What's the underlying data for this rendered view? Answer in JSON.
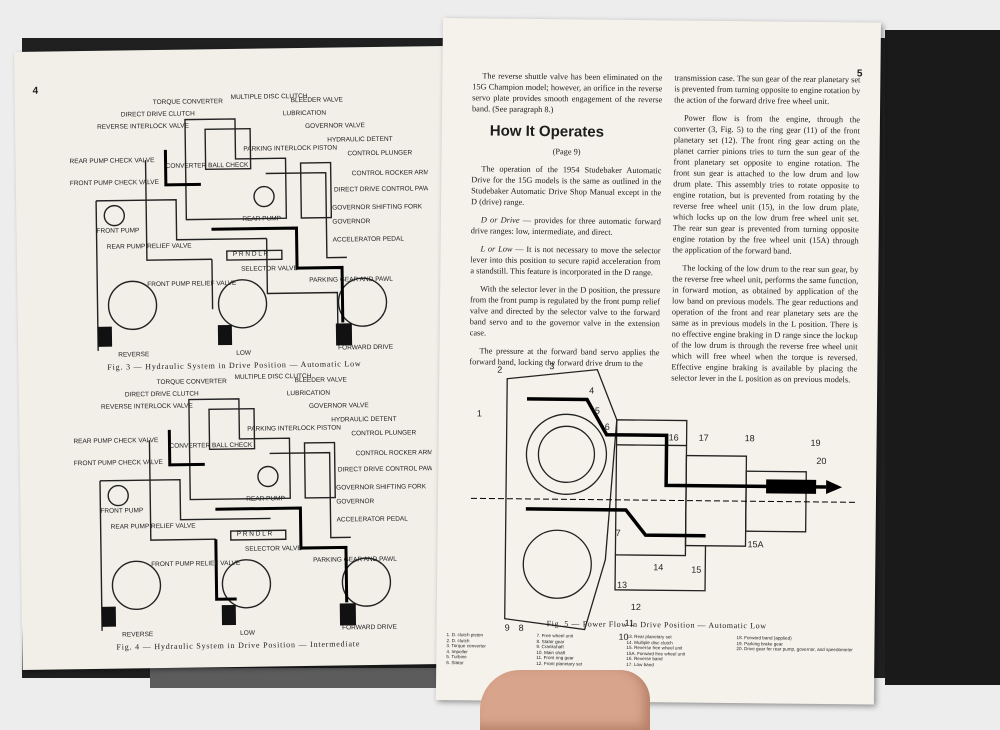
{
  "left_page": {
    "page_number": "4",
    "fig3_labels": {
      "torque_converter": "TORQUE CONVERTER",
      "multiple_disc_clutch": "MULTIPLE DISC CLUTCH",
      "bleeder_valve": "BLEEDER VALVE",
      "direct_drive_clutch": "DIRECT DRIVE CLUTCH",
      "lubrication": "LUBRICATION",
      "reverse_interlock_valve": "REVERSE INTERLOCK VALVE",
      "governor_valve": "GOVERNOR VALVE",
      "hydraulic_detent": "HYDRAULIC DETENT",
      "control_plunger": "CONTROL PLUNGER",
      "control_rocker_arm": "CONTROL ROCKER ARM",
      "rear_pump_check_valve": "REAR PUMP CHECK VALVE",
      "front_pump_check_valve": "FRONT PUMP CHECK VALVE",
      "converter_ball_check": "CONVERTER BALL CHECK",
      "parking_interlock_piston": "PARKING INTERLOCK PISTON",
      "direct_drive_control_pawl": "DIRECT DRIVE CONTROL PAWL",
      "governor_shifting_fork": "GOVERNOR SHIFTING FORK",
      "governor": "GOVERNOR",
      "front_pump": "FRONT PUMP",
      "rear_pump": "REAR PUMP",
      "rear_pump_relief_valve": "REAR PUMP RELIEF VALVE",
      "front_pump_relief_valve": "FRONT PUMP RELIEF VALVE",
      "accelerator_pedal": "ACCELERATOR PEDAL",
      "selector_valve": "SELECTOR VALVE",
      "parking_gear_and_pawl": "PARKING GEAR AND PAWL",
      "prndl": "P R N D L R",
      "reverse": "REVERSE",
      "low": "LOW",
      "forward_drive": "FORWARD DRIVE"
    },
    "fig3_caption": "Fig. 3 — Hydraulic System in Drive Position — Automatic Low",
    "fig4_caption": "Fig. 4 — Hydraulic System in Drive Position — Intermediate"
  },
  "right_page": {
    "page_number": "5",
    "col1": {
      "p1": "The reverse shuttle valve has been eliminated on the 15G Champion model; however, an orifice in the reverse servo plate provides smooth engagement of the reverse band. (See paragraph 8.)",
      "heading": "How It Operates",
      "sub": "(Page 9)",
      "p2": "The operation of the 1954 Studebaker Automatic Drive for the 15G models is the same as outlined in the Studebaker Automatic Drive Shop Manual except in the D (drive) range.",
      "p3_term": "D or Drive",
      "p3": " — provides for three automatic forward drive ranges: low, intermediate, and direct.",
      "p4_term": "L or Low",
      "p4": " — It is not necessary to move the selector lever into this position to secure rapid acceleration from a standstill. This feature is incorporated in the D range.",
      "p5": "With the selector lever in the D position, the pressure from the front pump is regulated by the front pump relief valve and directed by the selector valve to the forward band servo and to the governor valve in the extension case.",
      "p6": "The pressure at the forward band servo applies the forward band, locking the forward drive drum to the"
    },
    "col2": {
      "p1": "transmission case. The sun gear of the rear planetary set is prevented from turning opposite to engine rotation by the action of the forward drive free wheel unit.",
      "p2": "Power flow is from the engine, through the converter (3, Fig. 5) to the ring gear (11) of the front planetary set (12). The front ring gear acting on the planet carrier pinions tries to turn the sun gear of the front planetary set opposite to engine rotation. The front sun gear is attached to the low drum and low drum plate. This assembly tries to rotate opposite to engine rotation, but is prevented from rotating by the reverse free wheel unit (15), in the low drum plate, which locks up on the low drum free wheel unit set. The rear sun gear is prevented from turning opposite engine rotation by the free wheel unit (15A) through the application of the forward band.",
      "p3": "The locking of the low drum to the rear sun gear, by the reverse free wheel unit, performs the same function, in forward motion, as obtained by application of the low band on previous models. The gear reductions and operation of the front and rear planetary sets are the same as in previous models in the L position. There is no effective engine braking in D range since the lockup of the low drum is through the reverse free wheel unit which will free wheel when the torque is reversed. Effective engine braking is available by placing the selector lever in the L position as on previous models."
    },
    "fig5_callouts": [
      "1",
      "2",
      "3",
      "4",
      "5",
      "6",
      "7",
      "8",
      "9",
      "10",
      "11",
      "12",
      "13",
      "14",
      "15",
      "15A",
      "16",
      "17",
      "18",
      "19",
      "20"
    ],
    "fig5_caption": "Fig. 5 — Power Flow in Drive Position — Automatic Low",
    "legend": {
      "a": [
        "1. D. clutch piston",
        "2. D. clutch",
        "3. Torque converter",
        "4. Impeller",
        "5. Turbine",
        "6. Stator"
      ],
      "b": [
        "7. Free wheel unit",
        "8. Stator gear",
        "9. Crankshaft",
        "10. Main shaft",
        "11. Front ring gear",
        "12. Front planetary set"
      ],
      "c": [
        "13. Rear planetary set",
        "14. Multiple disc clutch",
        "15. Reverse free wheel unit",
        "15A. Forward free wheel unit",
        "16. Reverse band",
        "17. Low band"
      ],
      "d": [
        "18. Forward band (applied)",
        "19. Parking brake gear",
        "20. Drive gear for rear pump, governor, and speedometer"
      ]
    }
  }
}
